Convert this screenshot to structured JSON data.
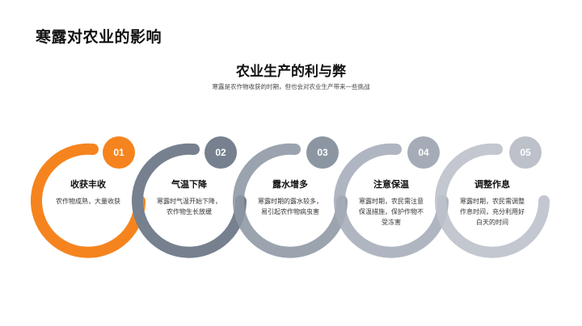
{
  "slide": {
    "title": "寒露对农业的影响",
    "section_title": "农业生产的利与弊",
    "section_subtitle": "寒露是农作物收获的时期，但也会对农业生产带来一些挑战"
  },
  "colors": {
    "accent": "#F5841F",
    "ring_2": "#76808F",
    "ring_3": "#8C96A3",
    "ring_4": "#A5ACB8",
    "ring_5": "#BCC1CA"
  },
  "items": [
    {
      "number": "01",
      "title": "收获丰收",
      "body": "农作物成熟，大量收获",
      "color": "#F5841F"
    },
    {
      "number": "02",
      "title": "气温下降",
      "body": "寒露时气温开始下降，农作物生长放缓",
      "color": "#76808F"
    },
    {
      "number": "03",
      "title": "露水增多",
      "body": "寒露时期的露水较多，易引起农作物病虫害",
      "color": "#8C96A3"
    },
    {
      "number": "04",
      "title": "注意保温",
      "body": "寒露时期，农民需注意保温措施，保护作物不受冻害",
      "color": "#A5ACB8"
    },
    {
      "number": "05",
      "title": "调整作息",
      "body": "寒露时期，农民需调整作息时间，充分利用好白天的时间",
      "color": "#BCC1CA"
    }
  ]
}
